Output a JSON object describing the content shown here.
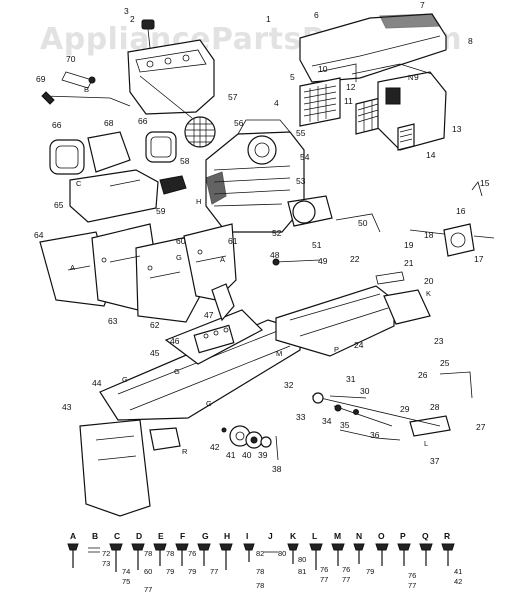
{
  "watermark": "AppliancePartsPros.com",
  "callouts": [
    {
      "id": "c1",
      "text": "1"
    },
    {
      "id": "c2",
      "text": "2"
    },
    {
      "id": "c3",
      "text": "3"
    },
    {
      "id": "c4",
      "text": "4"
    },
    {
      "id": "c5",
      "text": "5"
    },
    {
      "id": "c6",
      "text": "6"
    },
    {
      "id": "c7",
      "text": "7"
    },
    {
      "id": "c8",
      "text": "8"
    },
    {
      "id": "c9",
      "text": "9"
    },
    {
      "id": "c10",
      "text": "10"
    },
    {
      "id": "c11",
      "text": "11"
    },
    {
      "id": "c12",
      "text": "12"
    },
    {
      "id": "c13",
      "text": "13"
    },
    {
      "id": "c14",
      "text": "14"
    },
    {
      "id": "c15",
      "text": "15"
    },
    {
      "id": "c16",
      "text": "16"
    },
    {
      "id": "c17",
      "text": "17"
    },
    {
      "id": "c18",
      "text": "18"
    },
    {
      "id": "c19",
      "text": "19"
    },
    {
      "id": "c20",
      "text": "20"
    },
    {
      "id": "c21",
      "text": "21"
    },
    {
      "id": "c22",
      "text": "22"
    },
    {
      "id": "c23",
      "text": "23"
    },
    {
      "id": "c24",
      "text": "24"
    },
    {
      "id": "c25",
      "text": "25"
    },
    {
      "id": "c26",
      "text": "26"
    },
    {
      "id": "c27",
      "text": "27"
    },
    {
      "id": "c28",
      "text": "28"
    },
    {
      "id": "c29",
      "text": "29"
    },
    {
      "id": "c30",
      "text": "30"
    },
    {
      "id": "c31",
      "text": "31"
    },
    {
      "id": "c32",
      "text": "32"
    },
    {
      "id": "c33",
      "text": "33"
    },
    {
      "id": "c34",
      "text": "34"
    },
    {
      "id": "c35",
      "text": "35"
    },
    {
      "id": "c36",
      "text": "36"
    },
    {
      "id": "c37",
      "text": "37"
    },
    {
      "id": "c38",
      "text": "38"
    },
    {
      "id": "c39",
      "text": "39"
    },
    {
      "id": "c40",
      "text": "40"
    },
    {
      "id": "c41",
      "text": "41"
    },
    {
      "id": "c42",
      "text": "42"
    },
    {
      "id": "c43",
      "text": "43"
    },
    {
      "id": "c44",
      "text": "44"
    },
    {
      "id": "c45",
      "text": "45"
    },
    {
      "id": "c46",
      "text": "46"
    },
    {
      "id": "c47",
      "text": "47"
    },
    {
      "id": "c48",
      "text": "48"
    },
    {
      "id": "c49",
      "text": "49"
    },
    {
      "id": "c50",
      "text": "50"
    },
    {
      "id": "c51",
      "text": "51"
    },
    {
      "id": "c52",
      "text": "52"
    },
    {
      "id": "c53",
      "text": "53"
    },
    {
      "id": "c54",
      "text": "54"
    },
    {
      "id": "c55",
      "text": "55"
    },
    {
      "id": "c56",
      "text": "56"
    },
    {
      "id": "c57",
      "text": "57"
    },
    {
      "id": "c58",
      "text": "58"
    },
    {
      "id": "c59",
      "text": "59"
    },
    {
      "id": "c60",
      "text": "60"
    },
    {
      "id": "c61",
      "text": "61"
    },
    {
      "id": "c62",
      "text": "62"
    },
    {
      "id": "c63",
      "text": "63"
    },
    {
      "id": "c64",
      "text": "64"
    },
    {
      "id": "c65",
      "text": "65"
    },
    {
      "id": "c66",
      "text": "66"
    },
    {
      "id": "c66b",
      "text": "66"
    },
    {
      "id": "c68",
      "text": "68"
    },
    {
      "id": "c69",
      "text": "69"
    },
    {
      "id": "c70",
      "text": "70"
    }
  ],
  "letter_tags": [
    "A",
    "B",
    "C",
    "D",
    "E",
    "F",
    "G",
    "H",
    "I",
    "J",
    "K",
    "L",
    "M",
    "N",
    "O",
    "P",
    "Q",
    "R"
  ],
  "hardware_key": {
    "headers": [
      "A",
      "B",
      "C",
      "D",
      "E",
      "F",
      "G",
      "H",
      "I",
      "J",
      "K",
      "L",
      "M",
      "N",
      "O",
      "P",
      "Q",
      "R"
    ],
    "rows": [
      [
        "",
        "72",
        "",
        "78",
        "78",
        "76",
        "",
        "",
        "82",
        "80",
        "80",
        "76",
        "76",
        "",
        "",
        "76",
        "",
        "41"
      ],
      [
        "",
        "73",
        "74",
        "60",
        "79",
        "79",
        "77",
        "",
        "78",
        "",
        "81",
        "77",
        "77",
        "79",
        "",
        "77",
        "",
        "42"
      ],
      [
        "",
        "",
        "75",
        "77",
        "",
        "",
        "",
        "",
        "78",
        "",
        "",
        "",
        "",
        "",
        "",
        "",
        "",
        ""
      ]
    ]
  }
}
